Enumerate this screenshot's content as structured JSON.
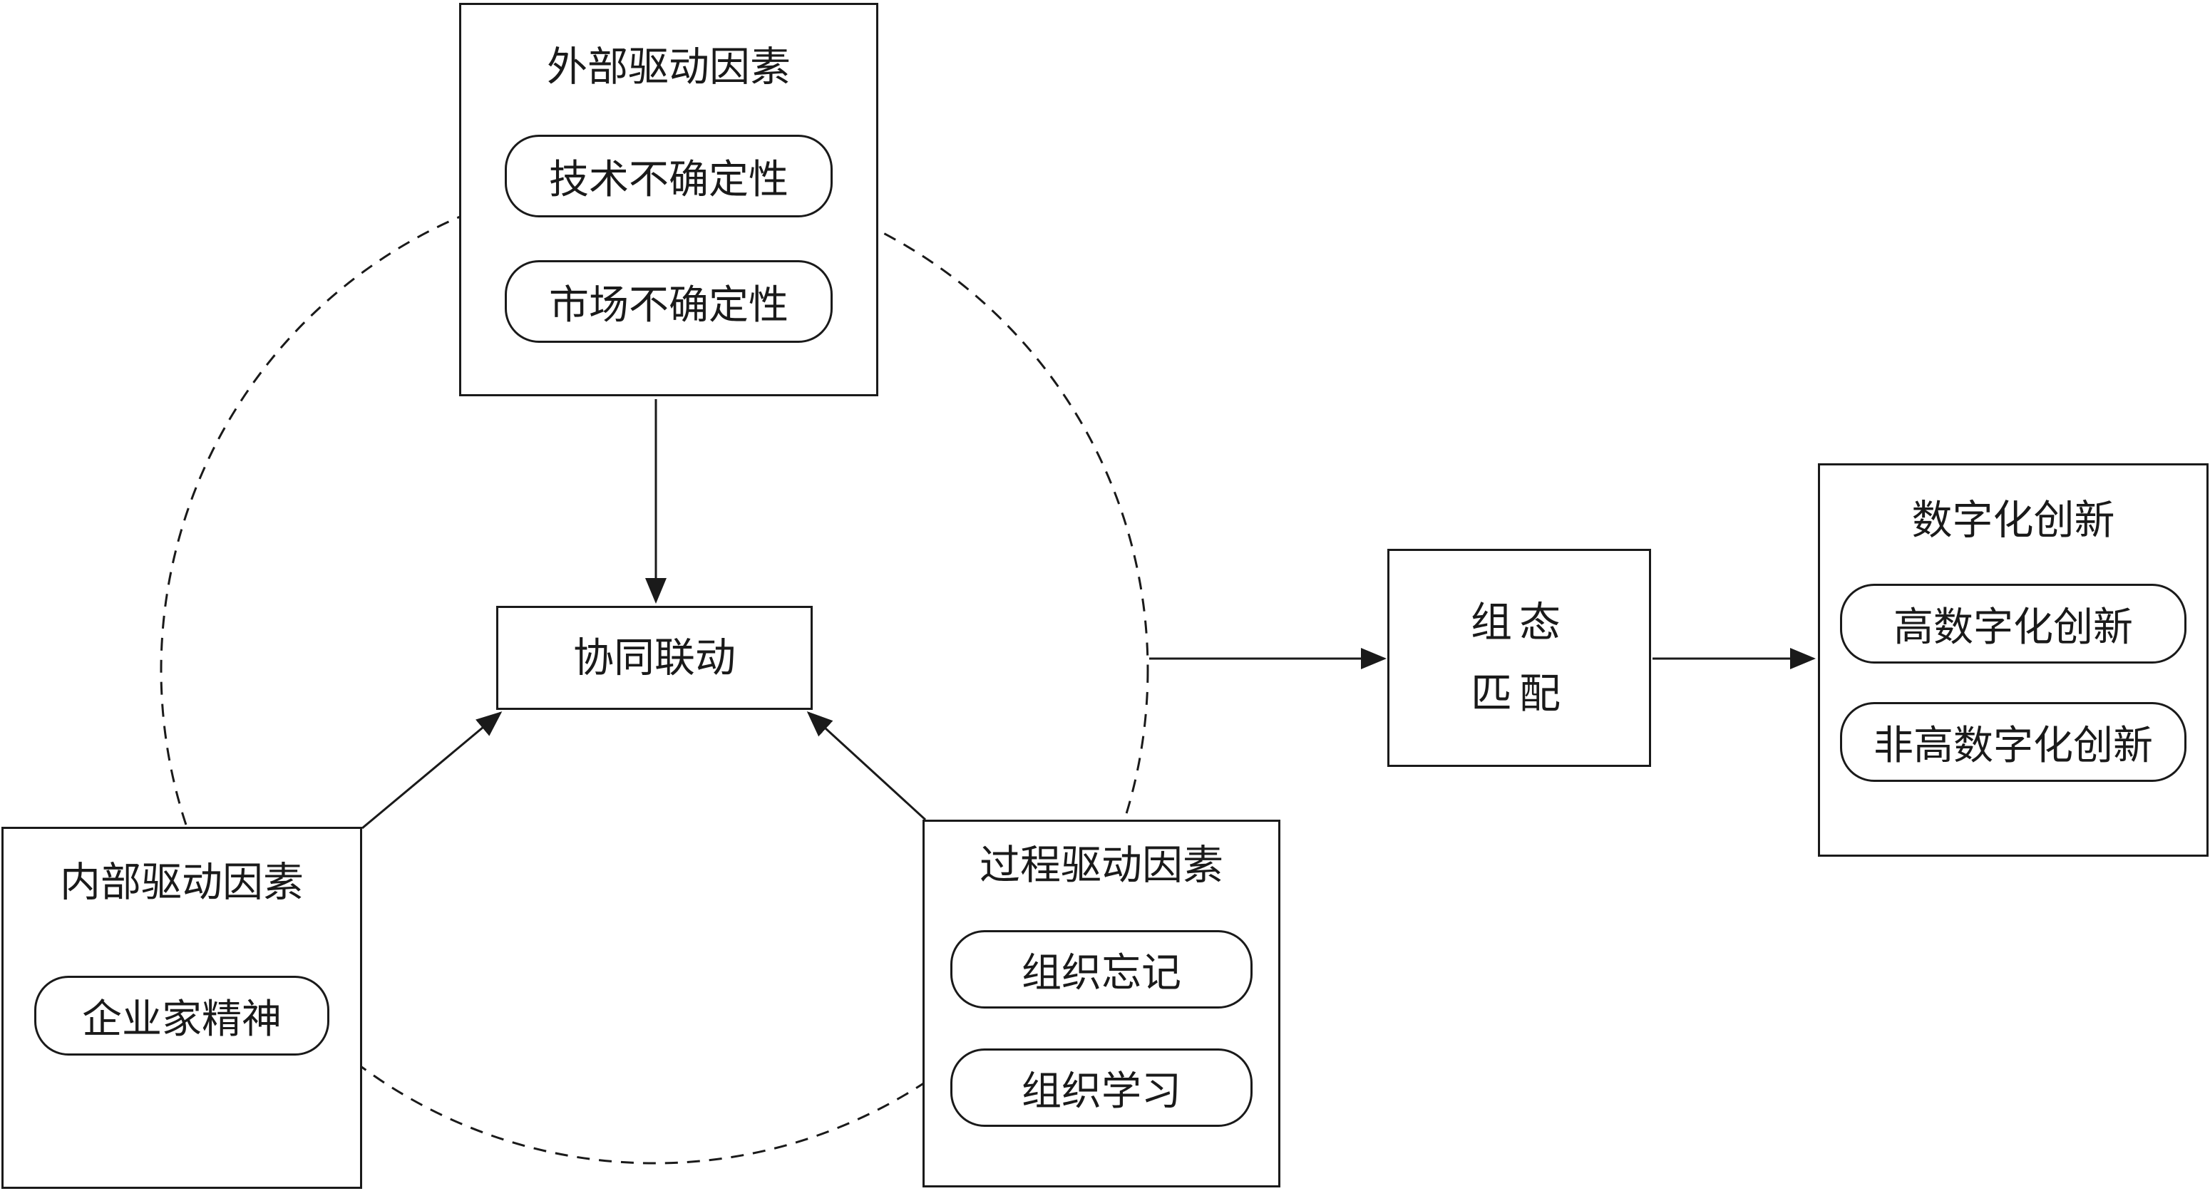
{
  "diagram": {
    "colors": {
      "line": "#1a1a1a",
      "background": "#ffffff"
    },
    "external_factors": {
      "title": "外部驱动因素",
      "items": [
        "技术不确定性",
        "市场不确定性"
      ]
    },
    "internal_factors": {
      "title": "内部驱动因素",
      "items": [
        "企业家精神"
      ]
    },
    "process_factors": {
      "title": "过程驱动因素",
      "items": [
        "组织忘记",
        "组织学习"
      ]
    },
    "synergy": {
      "label": "协同联动"
    },
    "configuration": {
      "lines": [
        "组态",
        "匹配"
      ]
    },
    "digital_innovation": {
      "title": "数字化创新",
      "items": [
        "高数字化创新",
        "非高数字化创新"
      ]
    },
    "edges": [
      {
        "from": "external_factors",
        "to": "synergy",
        "style": "arrow"
      },
      {
        "from": "internal_factors",
        "to": "synergy",
        "style": "arrow"
      },
      {
        "from": "process_factors",
        "to": "synergy",
        "style": "arrow"
      },
      {
        "from": "synergy_dashed_circle",
        "to": "configuration",
        "style": "arrow"
      },
      {
        "from": "configuration",
        "to": "digital_innovation",
        "style": "arrow"
      }
    ]
  }
}
